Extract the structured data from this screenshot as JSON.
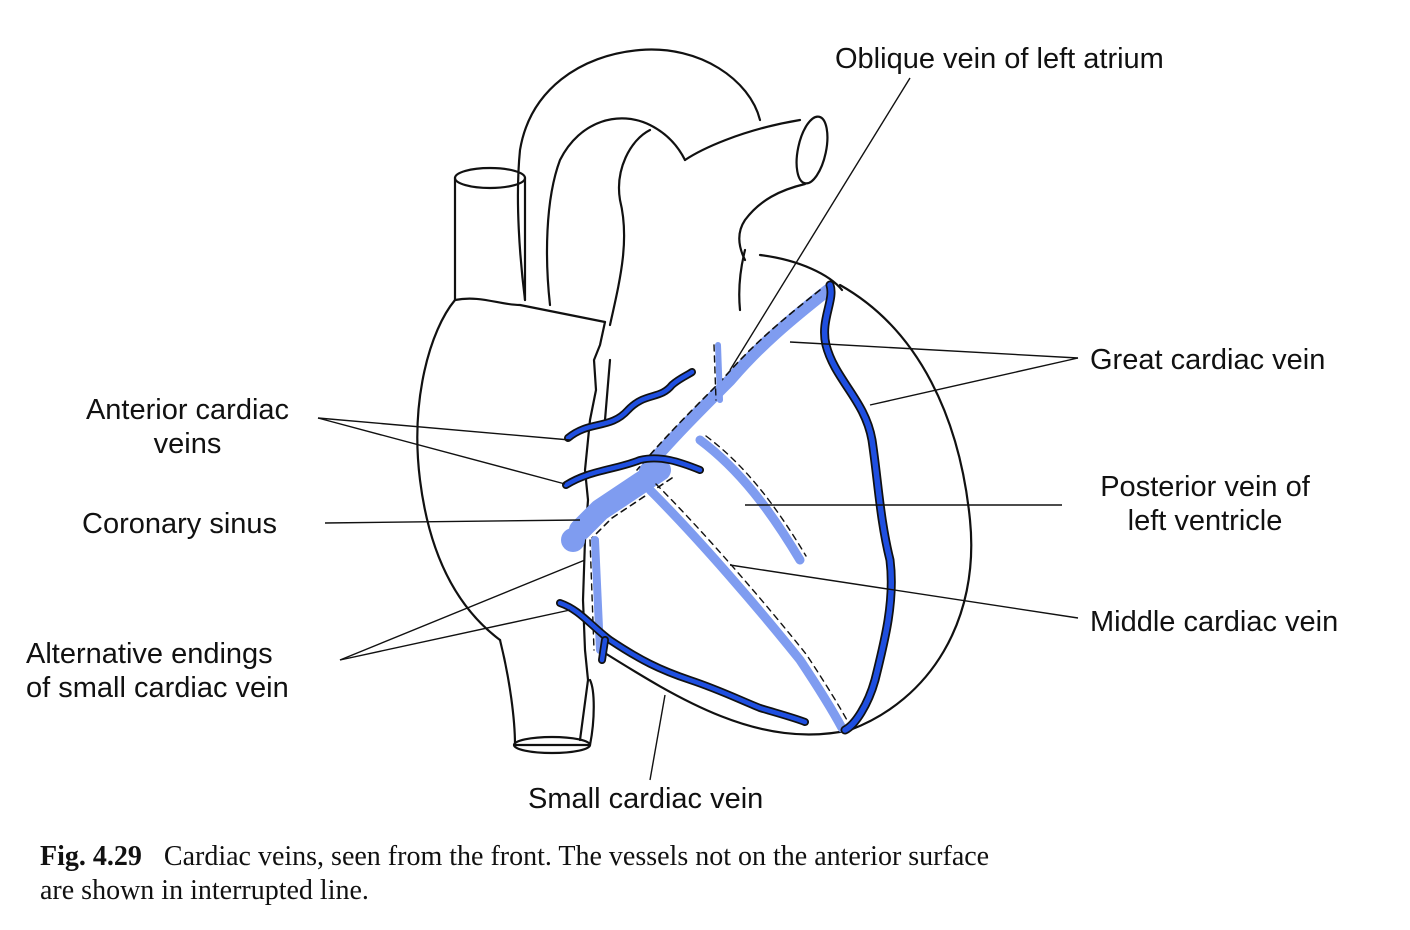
{
  "labels": {
    "oblique_vein": "Oblique vein of left atrium",
    "great_cardiac_vein": "Great cardiac vein",
    "anterior_cardiac_veins_line1": "Anterior cardiac",
    "anterior_cardiac_veins_line2": "veins",
    "posterior_vein_line1": "Posterior vein of",
    "posterior_vein_line2": "left ventricle",
    "coronary_sinus": "Coronary sinus",
    "middle_cardiac_vein": "Middle cardiac vein",
    "alternative_endings_line1": "Alternative endings",
    "alternative_endings_line2": "of small cardiac vein",
    "small_cardiac_vein": "Small cardiac vein"
  },
  "caption": {
    "figure_number": "Fig. 4.29",
    "text_line1": "Cardiac veins, seen from the front. The vessels not on the anterior surface",
    "text_line2": "are shown in interrupted line."
  },
  "colors": {
    "front_vein": "#1f4fe0",
    "back_vein": "#7f9cf0",
    "outline": "#111111"
  }
}
